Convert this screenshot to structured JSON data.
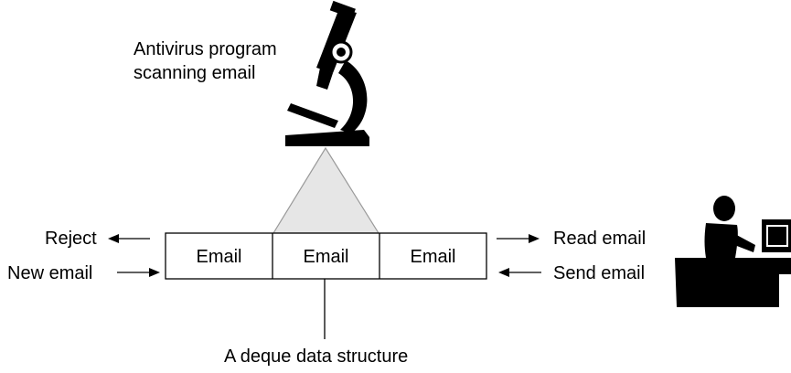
{
  "scanner": {
    "caption_line1": "Antivirus program",
    "caption_line2": "scanning email",
    "icon": "microscope-icon"
  },
  "deque": {
    "cells": [
      "Email",
      "Email",
      "Email"
    ],
    "caption": "A deque data structure"
  },
  "left_side": {
    "reject_label": "Reject",
    "new_email_label": "New email"
  },
  "right_side": {
    "read_label": "Read email",
    "send_label": "Send email",
    "icon": "person-at-computer-icon"
  },
  "colors": {
    "scan_cone_fill": "#e6e6e6",
    "scan_cone_stroke": "#9a9a9a",
    "ink": "#000000"
  }
}
